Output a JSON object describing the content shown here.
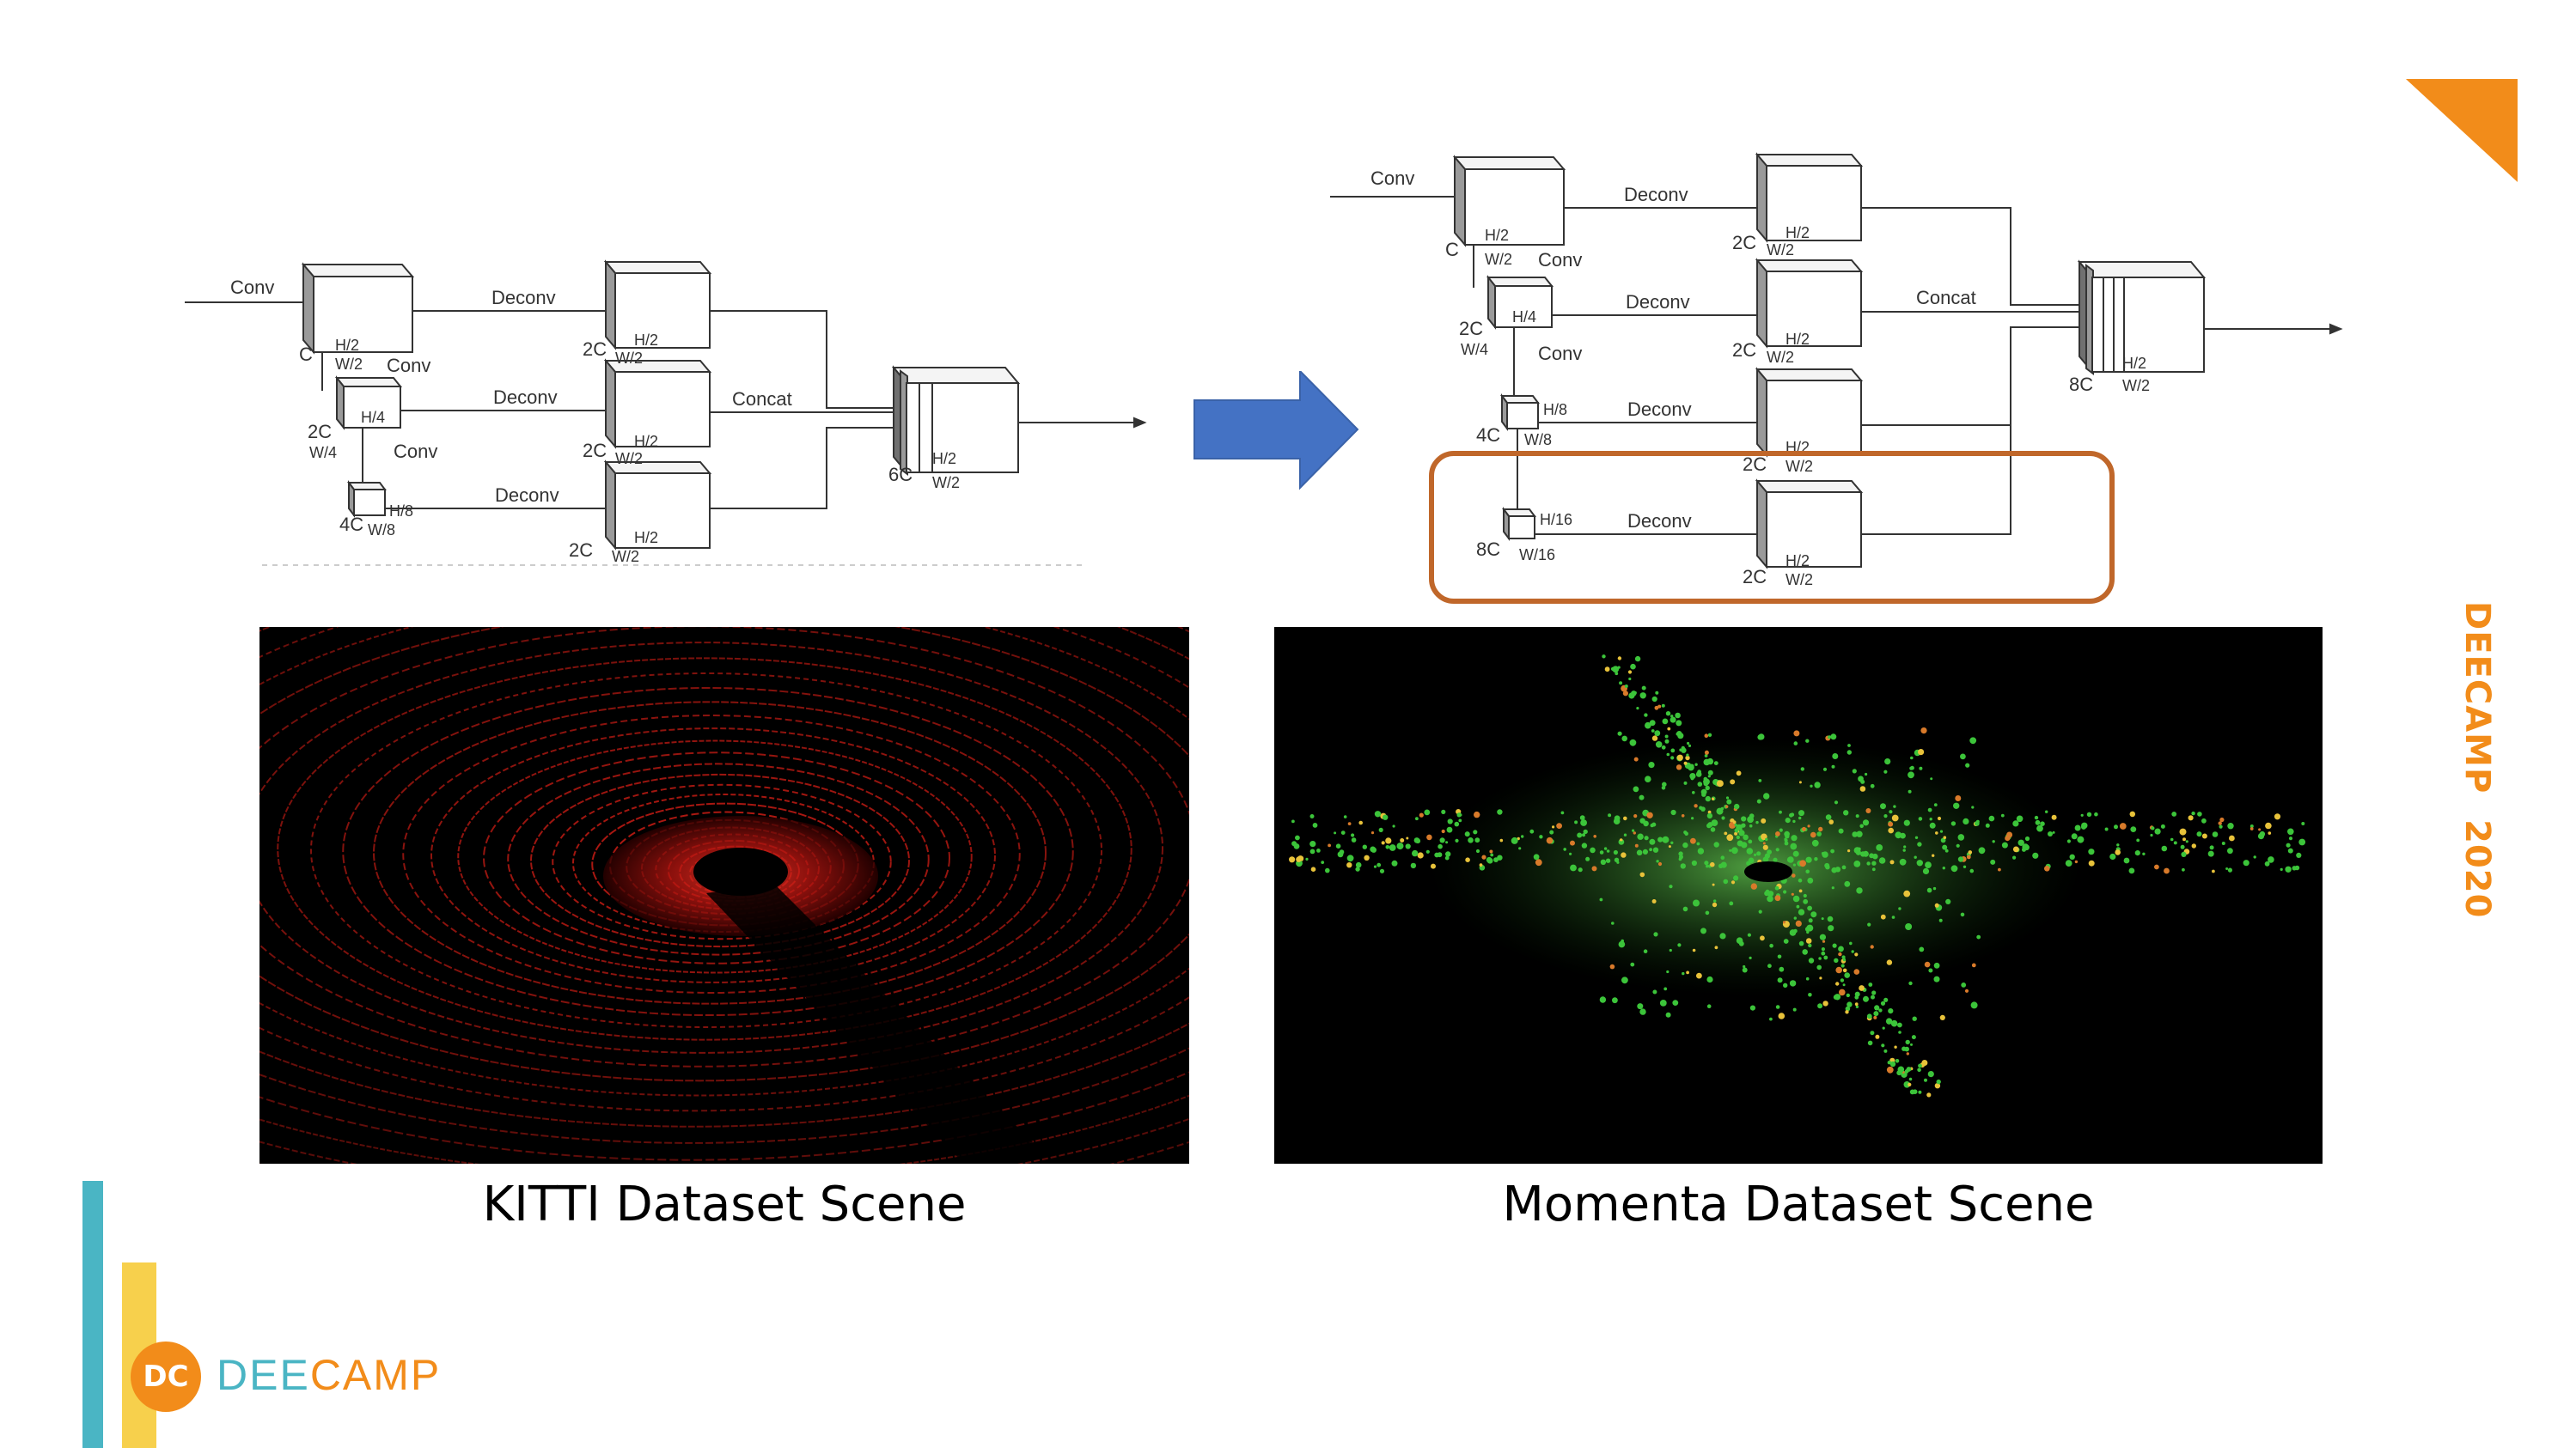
{
  "colors": {
    "accent_orange": "#f28c1a",
    "highlight_box": "#c0672a",
    "arrow_blue": "#4472c4",
    "bar_teal": "#4ab5c4",
    "bar_yellow": "#f7d04c",
    "kitti_red": "#e0221a",
    "momenta_green": "#3cc43a"
  },
  "left_diagram": {
    "conv_in": "Conv",
    "b1": {
      "c": "C",
      "h": "H/2",
      "w": "W/2"
    },
    "conv2": "Conv",
    "b2": {
      "c": "2C",
      "h": "H/4",
      "w": "W/4"
    },
    "conv3": "Conv",
    "b3": {
      "c": "4C",
      "h": "H/8",
      "w": "W/8"
    },
    "deconv1": "Deconv",
    "deconv2": "Deconv",
    "deconv3": "Deconv",
    "d1": {
      "c": "2C",
      "h": "H/2",
      "w": "W/2"
    },
    "d2": {
      "c": "2C",
      "h": "H/2",
      "w": "W/2"
    },
    "d3": {
      "c": "2C",
      "h": "H/2",
      "w": "W/2"
    },
    "concat": "Concat",
    "out": {
      "c": "6C",
      "h": "H/2",
      "w": "W/2"
    }
  },
  "right_diagram": {
    "conv_in": "Conv",
    "b1": {
      "c": "C",
      "h": "H/2",
      "w": "W/2"
    },
    "conv2": "Conv",
    "b2": {
      "c": "2C",
      "h": "H/4",
      "w": "W/4"
    },
    "conv3": "Conv",
    "b3": {
      "c": "4C",
      "h": "H/8",
      "w": "W/8"
    },
    "b4": {
      "c": "8C",
      "h": "H/16",
      "w": "W/16"
    },
    "deconv1": "Deconv",
    "deconv2": "Deconv",
    "deconv3": "Deconv",
    "deconv4": "Deconv",
    "d1": {
      "c": "2C",
      "h": "H/2",
      "w": "W/2"
    },
    "d2": {
      "c": "2C",
      "h": "H/2",
      "w": "W/2"
    },
    "d3": {
      "c": "2C",
      "h": "H/2",
      "w": "W/2"
    },
    "d4": {
      "c": "2C",
      "h": "H/2",
      "w": "W/2"
    },
    "concat": "Concat",
    "out": {
      "c": "8C",
      "h": "H/2",
      "w": "W/2"
    }
  },
  "captions": {
    "kitti": "KITTI Dataset Scene",
    "momenta": "Momenta Dataset Scene"
  },
  "side_label": "DEECAMP  2020",
  "brand": {
    "logo_text": "DC",
    "name_part1": "DEE",
    "name_part2": "CAMP"
  }
}
